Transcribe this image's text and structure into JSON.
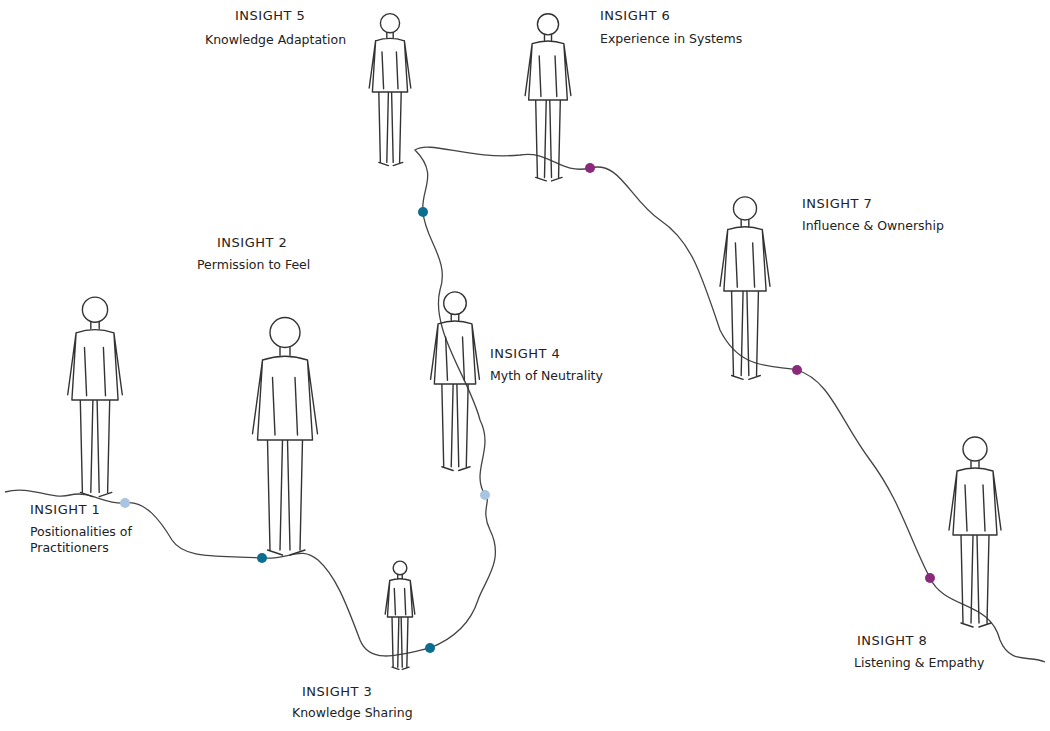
{
  "diagram": {
    "labels": [
      "INSIGHT 1",
      "Positionalities of Practitioners",
      "INSIGHT 2",
      "Permission to Feel",
      "INSIGHT 3",
      "Knowledge Sharing",
      "INSIGHT 4",
      "Myth of Neutrality",
      "INSIGHT 5",
      "Knowledge Adaptation",
      "INSIGHT 6",
      "Experience in Systems",
      "INSIGHT 7",
      "Influence & Ownership",
      "INSIGHT 8",
      "Listening & Empathy"
    ]
  }
}
